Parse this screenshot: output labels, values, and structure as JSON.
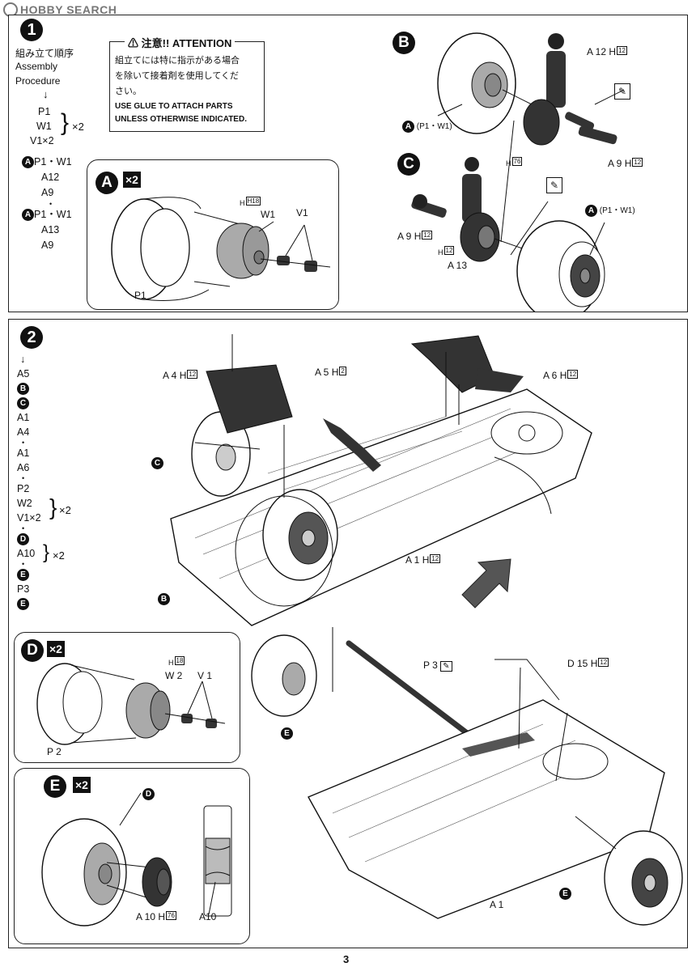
{
  "header": {
    "logo": "HOBBY SEARCH"
  },
  "step1": {
    "number": "1",
    "order_jp": "組み立て順序",
    "order_en1": "Assembly",
    "order_en2": "Procedure",
    "arrow": "↓",
    "seq": [
      "P1",
      "W1",
      "V1×2"
    ],
    "times": "×2",
    "a_line1": "P1・W1",
    "a_line1b": "A12",
    "a_line1c": "A9",
    "a_line2": "P1・W1",
    "a_line2b": "A13",
    "a_line2c": "A9",
    "attention_title": "注意!! ATTENTION",
    "attention_jp1": "組立てには特に指示がある場合",
    "attention_jp2": "を除いて接着剤を使用してくだ",
    "attention_jp3": "さい。",
    "attention_en1": "USE GLUE TO ATTACH PARTS",
    "attention_en2": "UNLESS OTHERWISE INDICATED.",
    "sub_a": {
      "letter": "A",
      "mult": "×2",
      "p1": "P1",
      "w1": "W1",
      "v1": "V1",
      "h18": "H18"
    },
    "sub_b": {
      "letter": "B",
      "a12": "A 12",
      "a9": "A 9",
      "h12": "12",
      "ref": "(P1・W1)",
      "ref_letter": "A"
    },
    "sub_c": {
      "letter": "C",
      "a13": "A 13",
      "a9": "A 9",
      "h12": "12",
      "h76": "76",
      "ref": "(P1・W1)",
      "ref_letter": "A"
    }
  },
  "step2": {
    "number": "2",
    "seq_a": [
      "A5"
    ],
    "seq_b": "B",
    "seq_c": "C",
    "seq_c2": [
      "A1",
      "A4"
    ],
    "seq_c3": [
      "A1",
      "A6"
    ],
    "seq_p": [
      "P2",
      "W2",
      "V1×2"
    ],
    "seq_times1": "×2",
    "seq_d": "D",
    "seq_a10": "A10",
    "seq_times2": "×2",
    "seq_e": "E",
    "seq_p3": "P3",
    "seq_e2": "E",
    "labels": {
      "a4": "A 4",
      "a5": "A 5",
      "a6": "A 6",
      "a1": "A 1",
      "a1b": "A 1",
      "p3": "P 3",
      "d15": "D 15",
      "h12": "12",
      "h2": "2"
    },
    "circ_c": "C",
    "circ_b": "B",
    "circ_e1": "E",
    "circ_e2": "E",
    "sub_d": {
      "letter": "D",
      "mult": "×2",
      "p2": "P 2",
      "w2": "W 2",
      "v1": "V 1",
      "h18": "18"
    },
    "sub_e": {
      "letter": "E",
      "mult": "×2",
      "d": "D",
      "a10": "A 10",
      "a10b": "A10",
      "h76": "76"
    }
  },
  "footer": {
    "page": "3"
  }
}
